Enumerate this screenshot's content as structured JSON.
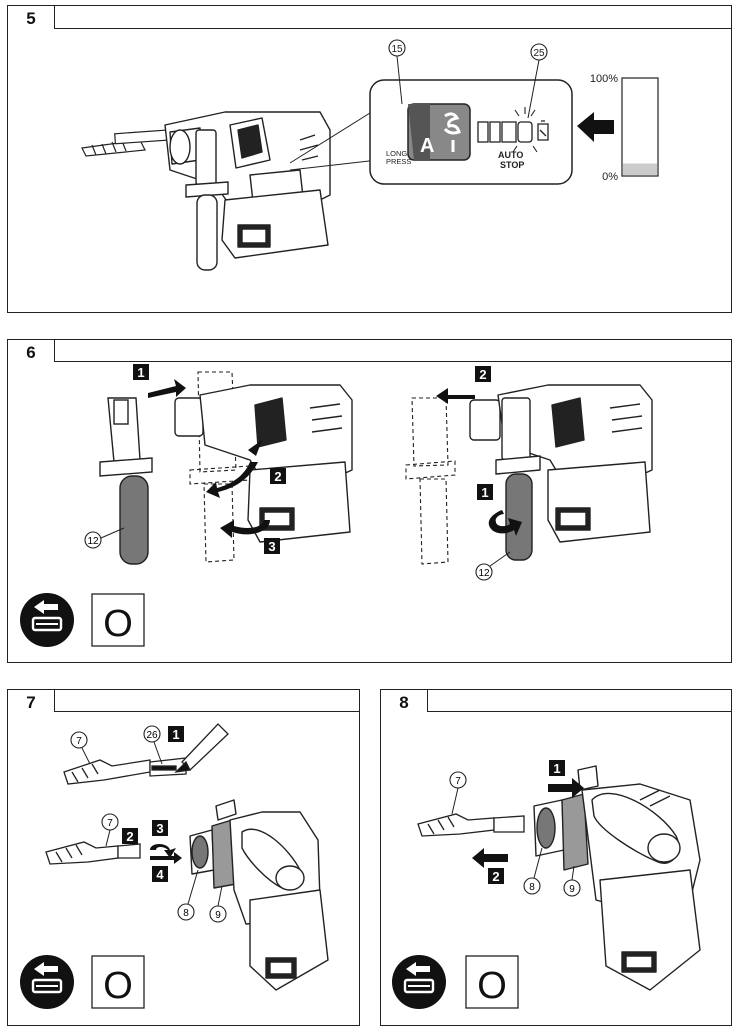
{
  "figures": {
    "fig5": {
      "number": "5",
      "callouts": {
        "display": "15",
        "indicator": "25"
      },
      "panel_labels": {
        "long_press": [
          "LONG",
          "PRESS"
        ],
        "auto": "AUTO",
        "stop": "STOP"
      },
      "mode_letter": "A",
      "gauge": {
        "max_label": "100%",
        "min_label": "0%",
        "level_fraction": 0.12
      }
    },
    "fig6": {
      "number": "6",
      "callouts": {
        "handle": "12"
      },
      "left_steps": [
        "1",
        "2",
        "3"
      ],
      "right_steps": [
        "1",
        "2"
      ],
      "result_symbol": "O"
    },
    "fig7": {
      "number": "7",
      "callouts": {
        "bit": "7",
        "grease": "26",
        "sleeve": "8",
        "chuck": "9"
      },
      "steps": [
        "1",
        "2",
        "3",
        "4"
      ],
      "result_symbol": "O"
    },
    "fig8": {
      "number": "8",
      "callouts": {
        "bit": "7",
        "sleeve": "8",
        "chuck": "9"
      },
      "steps": [
        "1",
        "2"
      ],
      "result_symbol": "O"
    }
  }
}
